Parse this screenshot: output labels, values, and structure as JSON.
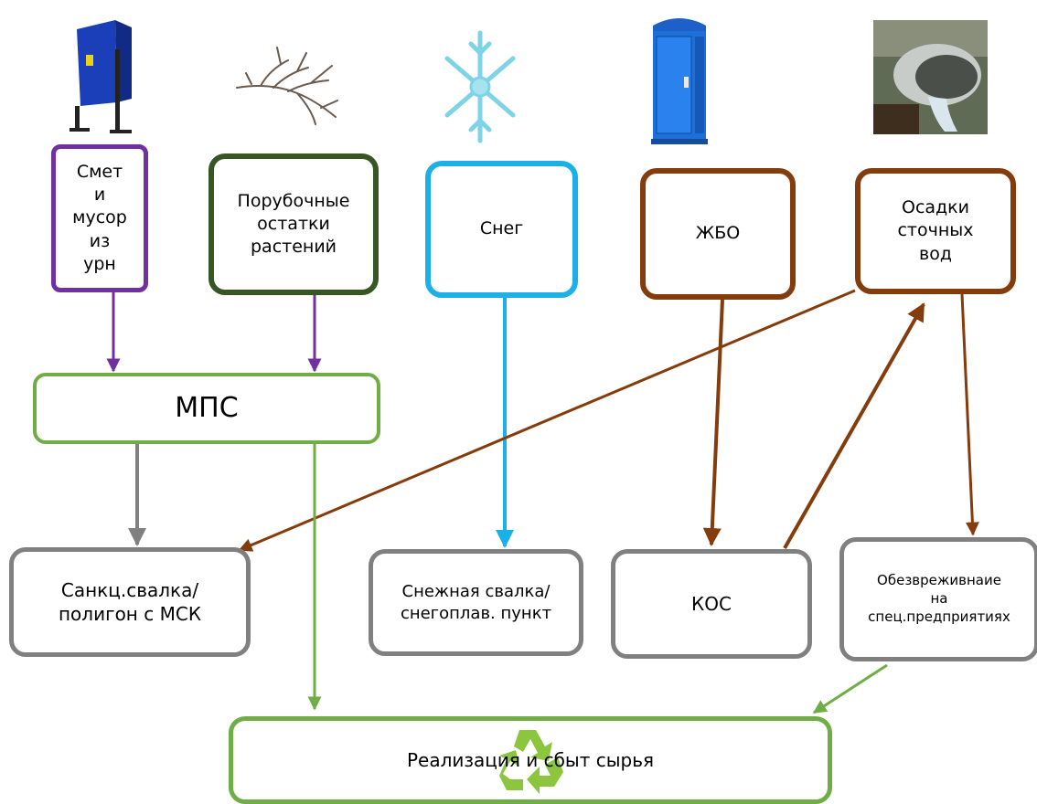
{
  "colors": {
    "purple": "#7030A0",
    "dark_green": "#375623",
    "light_blue": "#1CB0E8",
    "brown": "#843C0C",
    "green": "#70AD47",
    "gray": "#808080",
    "recycle_green": "#8CC63F"
  },
  "sources": {
    "smet": "Смет\nи\nмусор\nиз\nурн",
    "porub": "Порубочные\nостатки\nрастений",
    "sneg": "Снег",
    "zhbo": "ЖБО",
    "osadki": "Осадки\nсточных\nвод"
  },
  "hub": {
    "mps": "МПС"
  },
  "destinations": {
    "svalka": "Санкц.свалка/\nполигон с  МСК",
    "snezh": "Снежная свалка/\nснегоплав. пункт",
    "kos": "КОС",
    "obezvr": "Обезвреживнаие\nна\nспец.предприятиях"
  },
  "final": {
    "realiz": "Реализация и сбыт сырья"
  },
  "icons": [
    "trash-bin-icon",
    "tree-branch-icon",
    "snowflake-icon",
    "portable-toilet-icon",
    "sewage-pipe-icon",
    "recycle-icon"
  ]
}
